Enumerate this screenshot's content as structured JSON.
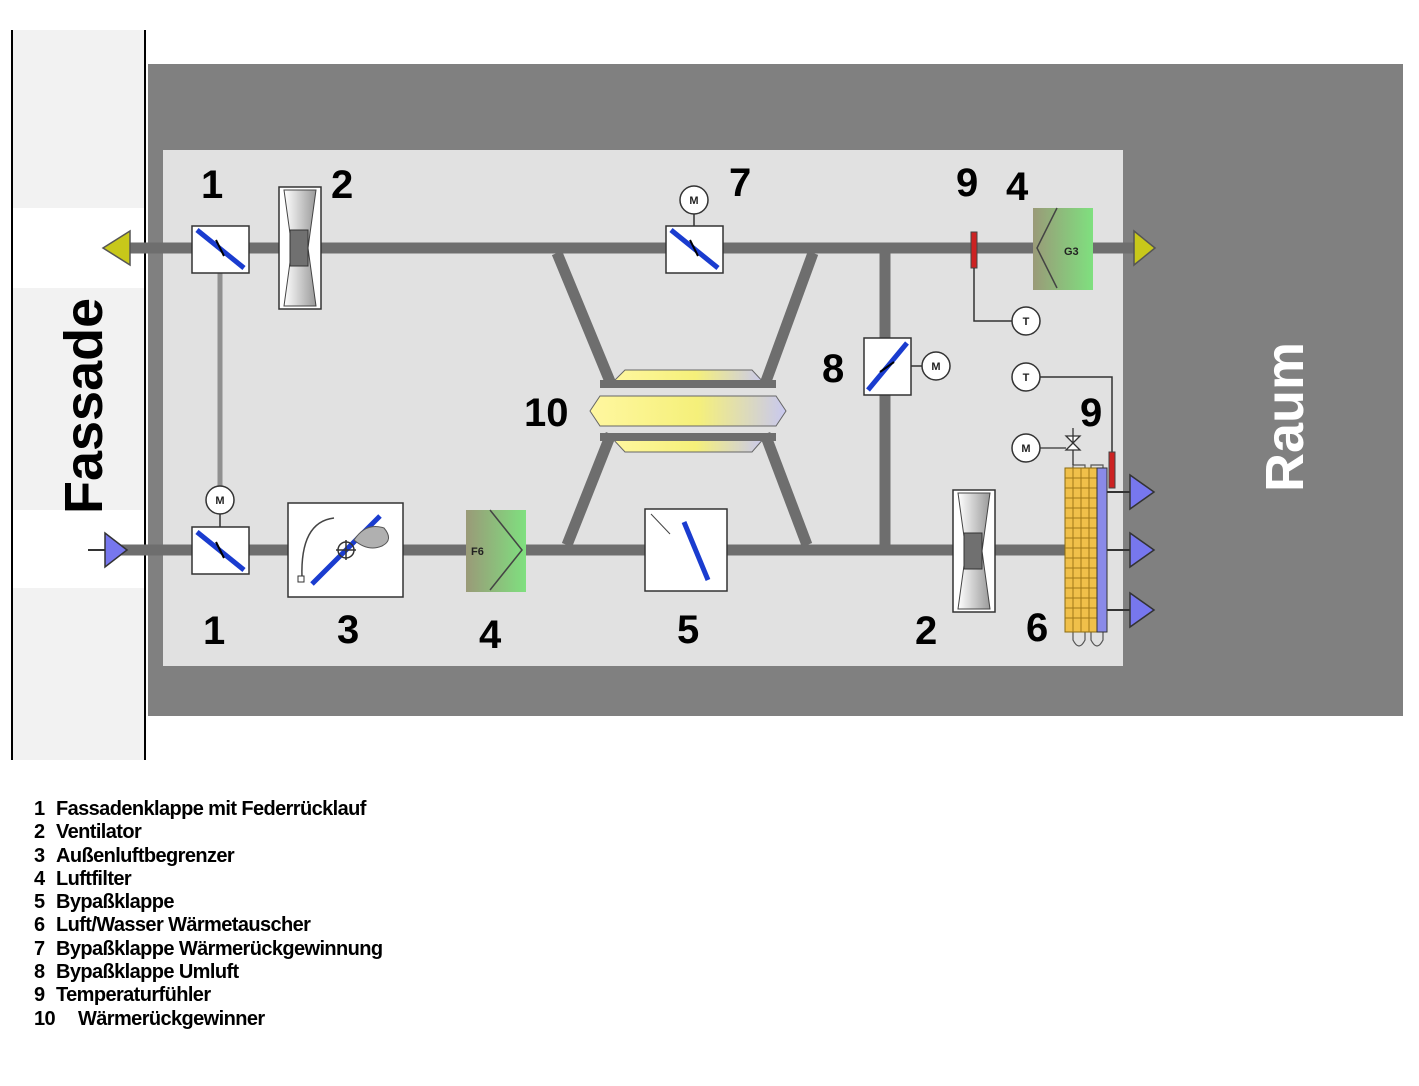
{
  "labels": {
    "facade": "Fassade",
    "room": "Raum"
  },
  "numbers": {
    "n1_top": "1",
    "n2_top": "2",
    "n7": "7",
    "n9_top": "9",
    "n4_top": "4",
    "n8": "8",
    "n10": "10",
    "n9_right": "9",
    "n1_bottom": "1",
    "n3": "3",
    "n4_bottom": "4",
    "n5": "5",
    "n2_bottom": "2",
    "n6": "6"
  },
  "badges": {
    "motor": "M",
    "temp": "T",
    "filter_top": "G3",
    "filter_bottom": "F6"
  },
  "legend": [
    {
      "num": "1",
      "text": "Fassadenklappe mit Federrücklauf"
    },
    {
      "num": "2",
      "text": "Ventilator"
    },
    {
      "num": "3",
      "text": "Außenluftbegrenzer"
    },
    {
      "num": "4",
      "text": "Luftfilter"
    },
    {
      "num": "5",
      "text": "Bypaßklappe"
    },
    {
      "num": "6",
      "text": "Luft/Wasser Wärmetauscher"
    },
    {
      "num": "7",
      "text": "Bypaßklappe Wärmerückgewinnung"
    },
    {
      "num": "8",
      "text": "Bypaßklappe Umluft"
    },
    {
      "num": "9",
      "text": "Temperaturfühler"
    },
    {
      "num": "10",
      "text": "Wärmerückgewinner"
    }
  ],
  "colors": {
    "housing": "#808080",
    "interior": "#e1e1e1",
    "duct": "#6e6e6e",
    "damper_blade": "#1a3ccf",
    "arrow_blue": "#7777ee",
    "arrow_yellow": "#c8c81a",
    "sensor_red": "#cc2222"
  },
  "icons": [
    "damper-icon",
    "fan-icon",
    "filter-icon",
    "heat-exchanger-icon",
    "motor-icon",
    "temperature-sensor-icon",
    "air-water-coil-icon",
    "valve-icon",
    "air-inlet-arrow-icon",
    "air-outlet-arrow-icon"
  ]
}
